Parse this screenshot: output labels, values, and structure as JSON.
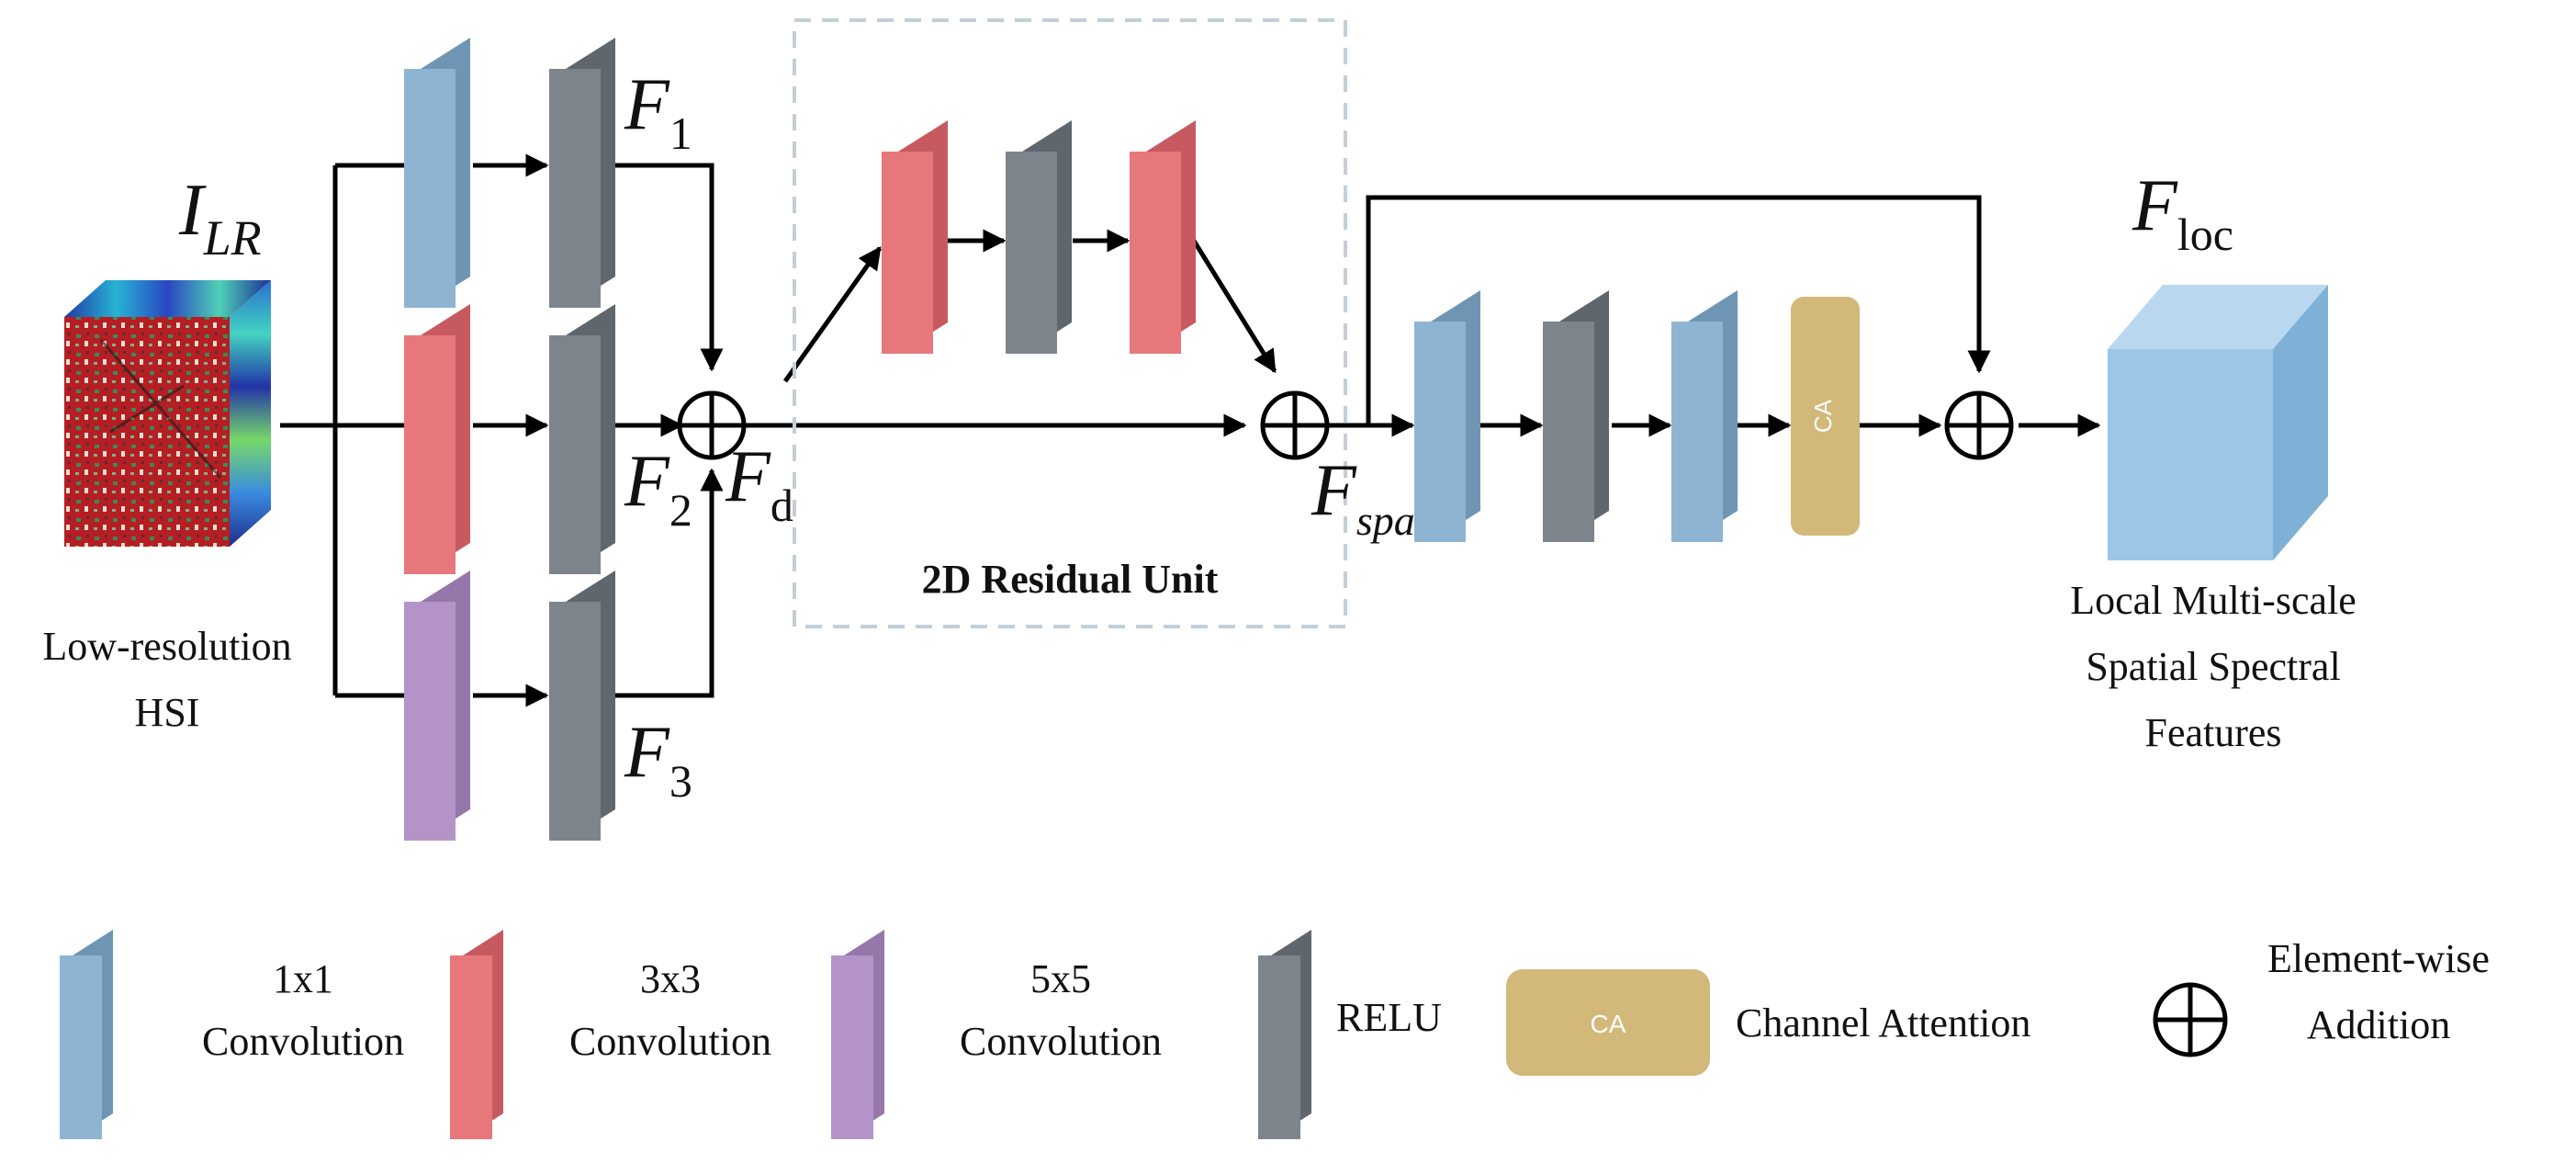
{
  "input": {
    "symbol_main": "I",
    "symbol_sub": "LR",
    "label_line1": "Low-resolution",
    "label_line2": "HSI"
  },
  "features": {
    "f1": {
      "main": "F",
      "sub": "1"
    },
    "f2": {
      "main": "F",
      "sub": "2"
    },
    "f3": {
      "main": "F",
      "sub": "3"
    },
    "fd": {
      "main": "F",
      "sub": "d"
    },
    "fspa": {
      "main": "F",
      "sub": "spa"
    },
    "floc": {
      "main": "F",
      "sub": "loc"
    }
  },
  "residual_unit": {
    "title": "2D Residual Unit"
  },
  "ca_block": {
    "label": "CA"
  },
  "output": {
    "label_line1": "Local Multi-scale",
    "label_line2": "Spatial Spectral",
    "label_line3": "Features"
  },
  "legend": {
    "conv1": {
      "line1": "1x1",
      "line2": "Convolution"
    },
    "conv3": {
      "line1": "3x3",
      "line2": "Convolution"
    },
    "conv5": {
      "line1": "5x5",
      "line2": "Convolution"
    },
    "relu": {
      "label": "RELU"
    },
    "ca": {
      "box": "CA",
      "label": "Channel Attention"
    },
    "add": {
      "line1": "Element-wise",
      "line2": "Addition"
    }
  },
  "colors": {
    "conv1x1": "#8fb4d2",
    "conv3x3": "#e8777c",
    "conv5x5": "#b494c8",
    "relu": "#7e848c",
    "channel_attention": "#d2b97a",
    "output_cube": "#9cc6e6",
    "residual_box_border": "#c5ced6"
  }
}
